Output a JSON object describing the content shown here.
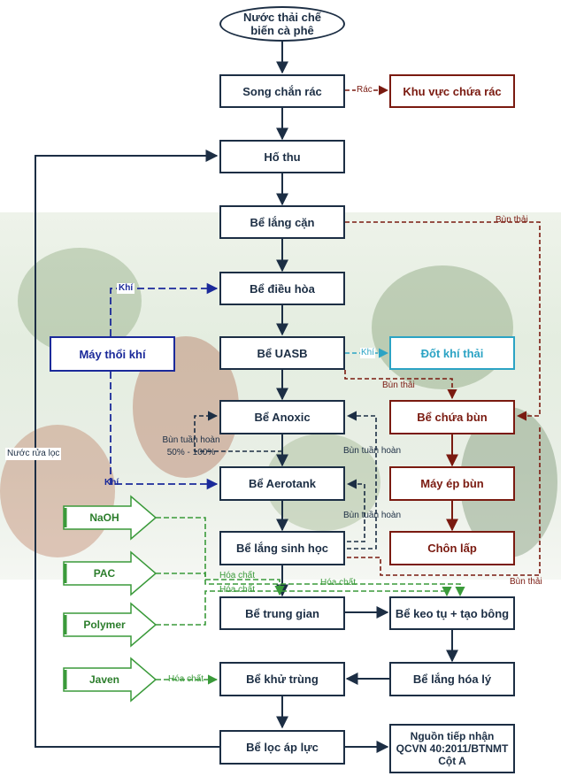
{
  "start": [
    "Nước thải chế",
    "biến cà phê"
  ],
  "nodes": {
    "song_chan_rac": "Song chắn rác",
    "khu_vuc_chua_rac": "Khu vực chứa rác",
    "ho_thu": "Hố thu",
    "be_lang_can": "Bể lắng cặn",
    "be_dieu_hoa": "Bể điều hòa",
    "may_thoi_khi": "Máy thổi khí",
    "be_uasb": "Bể UASB",
    "dot_khi_thai": "Đốt khí thải",
    "be_anoxic": "Bể Anoxic",
    "be_chua_bun": "Bể chứa bùn",
    "be_aerotank": "Bể Aerotank",
    "may_ep_bun": "Máy ép bùn",
    "be_lang_sinh_hoc": "Bể lắng sinh học",
    "chon_lap": "Chôn lấp",
    "be_trung_gian": "Bể trung gian",
    "be_keo_tu": "Bể keo tụ + tạo bông",
    "be_khu_trung": "Bể khử trùng",
    "be_lang_hoa_ly": "Bể lắng hóa lý",
    "be_loc_ap_luc": "Bể lọc áp lực",
    "nguon_tiep_nhan": [
      "Nguồn tiếp nhận",
      "QCVN  40:2011/BTNMT",
      "Cột A"
    ]
  },
  "chemicals": [
    "NaOH",
    "PAC",
    "Polymer",
    "Javen"
  ],
  "labels": {
    "rac": "Rác",
    "bun_thai": "Bùn thải",
    "khi": "Khí",
    "bun_tuan_hoan": "Bùn tuần hoàn",
    "bun_tuan_hoan_pct": "50% - 100%",
    "hoa_chat": "Hóa chất",
    "nuoc_rua_loc": "Nước rửa lọc"
  },
  "colors": {
    "main": "#1c2e44",
    "sludge": "#7a1a10",
    "air": "#1b2a9a",
    "gas": "#2ba3c4",
    "chemical": "#3a9a3a"
  }
}
